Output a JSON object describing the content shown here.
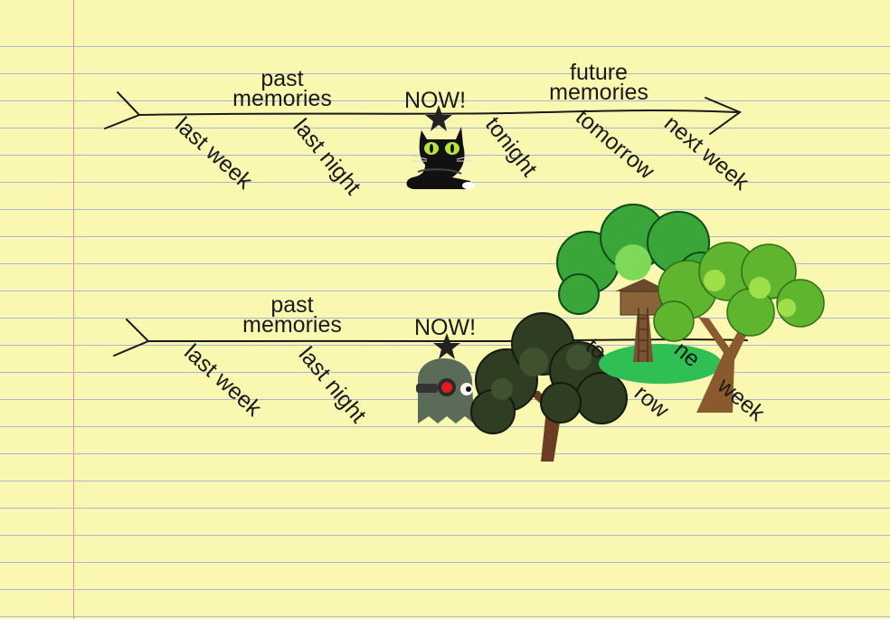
{
  "timeline_top": {
    "past_line1": "past",
    "past_line2": "memories",
    "now": "NOW!",
    "future_line1": "future",
    "future_line2": "memories",
    "ticks": [
      "last week",
      "last night",
      "tonight",
      "tomorrow",
      "next week"
    ]
  },
  "timeline_bottom": {
    "past_line1": "past",
    "past_line2": "memories",
    "now": "NOW!",
    "ticks": [
      "last week",
      "last night"
    ],
    "partial_ticks": [
      "to",
      "row",
      "ne",
      "week"
    ]
  },
  "colors": {
    "paper": "#f9f7b0",
    "rule": "#a9b4d6",
    "margin": "#e79aa6",
    "ink": "#1a1a1a"
  },
  "icons": [
    "star-icon",
    "cat-icon",
    "ghost-robot-icon",
    "tree-icon",
    "treehouse-icon"
  ]
}
